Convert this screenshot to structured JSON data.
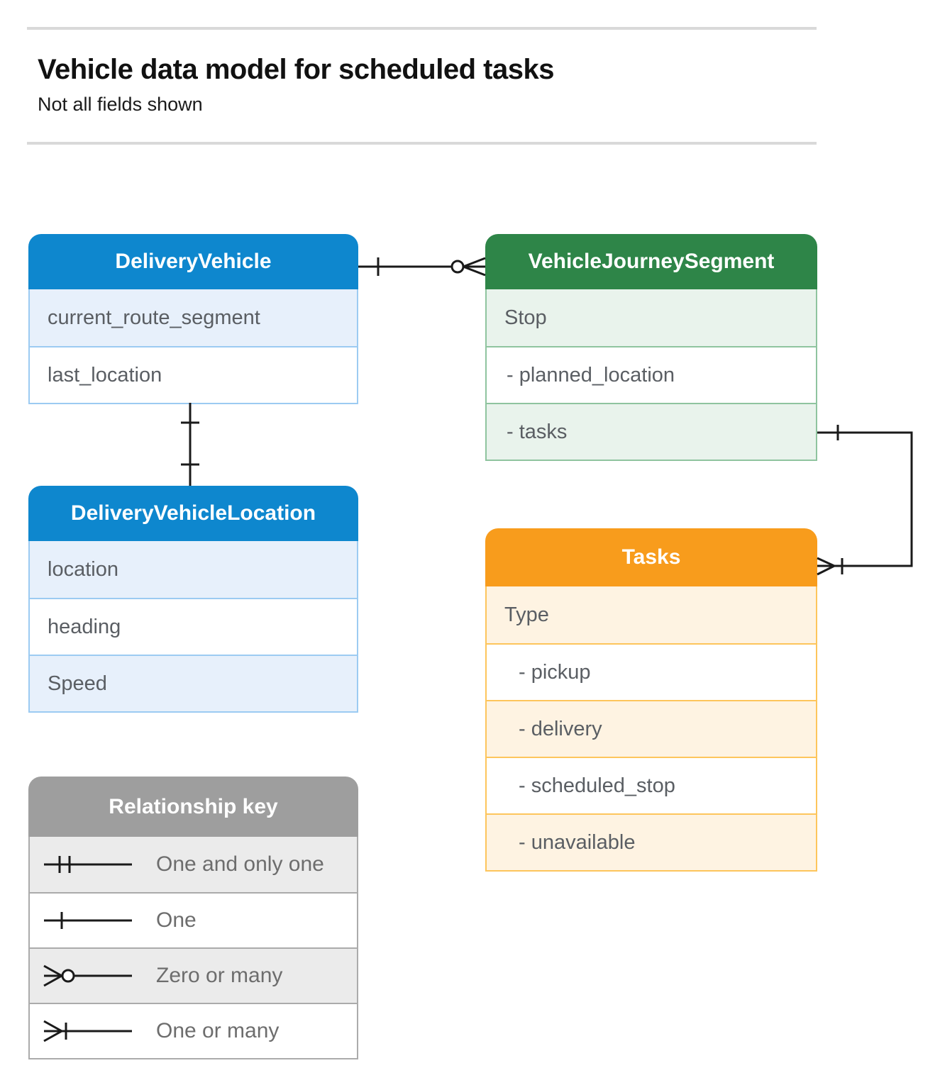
{
  "page": {
    "title": "Vehicle data model for scheduled tasks",
    "subtitle": "Not all fields shown"
  },
  "entities": {
    "delivery_vehicle": {
      "title": "DeliveryVehicle",
      "fields": [
        "current_route_segment",
        "last_location"
      ]
    },
    "vehicle_journey_segment": {
      "title": "VehicleJourneySegment",
      "fields": [
        "Stop",
        "- planned_location",
        "- tasks"
      ]
    },
    "delivery_vehicle_location": {
      "title": "DeliveryVehicleLocation",
      "fields": [
        "location",
        "heading",
        "Speed"
      ]
    },
    "tasks": {
      "title": "Tasks",
      "fields": [
        "Type",
        "- pickup",
        "- delivery",
        "- scheduled_stop",
        "- unavailable"
      ]
    }
  },
  "key": {
    "title": "Relationship key",
    "items": [
      {
        "symbol": "one-and-only-one",
        "label": "One and only one"
      },
      {
        "symbol": "one",
        "label": "One"
      },
      {
        "symbol": "zero-or-many",
        "label": "Zero or many"
      },
      {
        "symbol": "one-or-many",
        "label": "One or many"
      }
    ]
  },
  "relationships": [
    {
      "from": "DeliveryVehicle",
      "to": "VehicleJourneySegment",
      "from_marker": "one",
      "to_marker": "zero-or-many"
    },
    {
      "from": "DeliveryVehicle",
      "to": "DeliveryVehicleLocation",
      "from_marker": "one",
      "to_marker": "one"
    },
    {
      "from": "VehicleJourneySegment.tasks",
      "to": "Tasks",
      "from_marker": "one",
      "to_marker": "one-or-many"
    }
  ],
  "colors": {
    "blue": "#0e87ce",
    "blue_light": "#e7f0fb",
    "blue_border": "#9ccbf2",
    "green": "#2e8548",
    "green_light": "#e9f3ec",
    "green_border": "#8fc49f",
    "orange": "#f89c1c",
    "orange_light": "#fef3e2",
    "orange_border": "#fdc55c",
    "gray": "#9e9e9e",
    "gray_light": "#ebebeb",
    "gray_border": "#ababab",
    "text_field": "#5a5e63",
    "text_key": "#6d6d6d",
    "line": "#1a1a1a"
  }
}
